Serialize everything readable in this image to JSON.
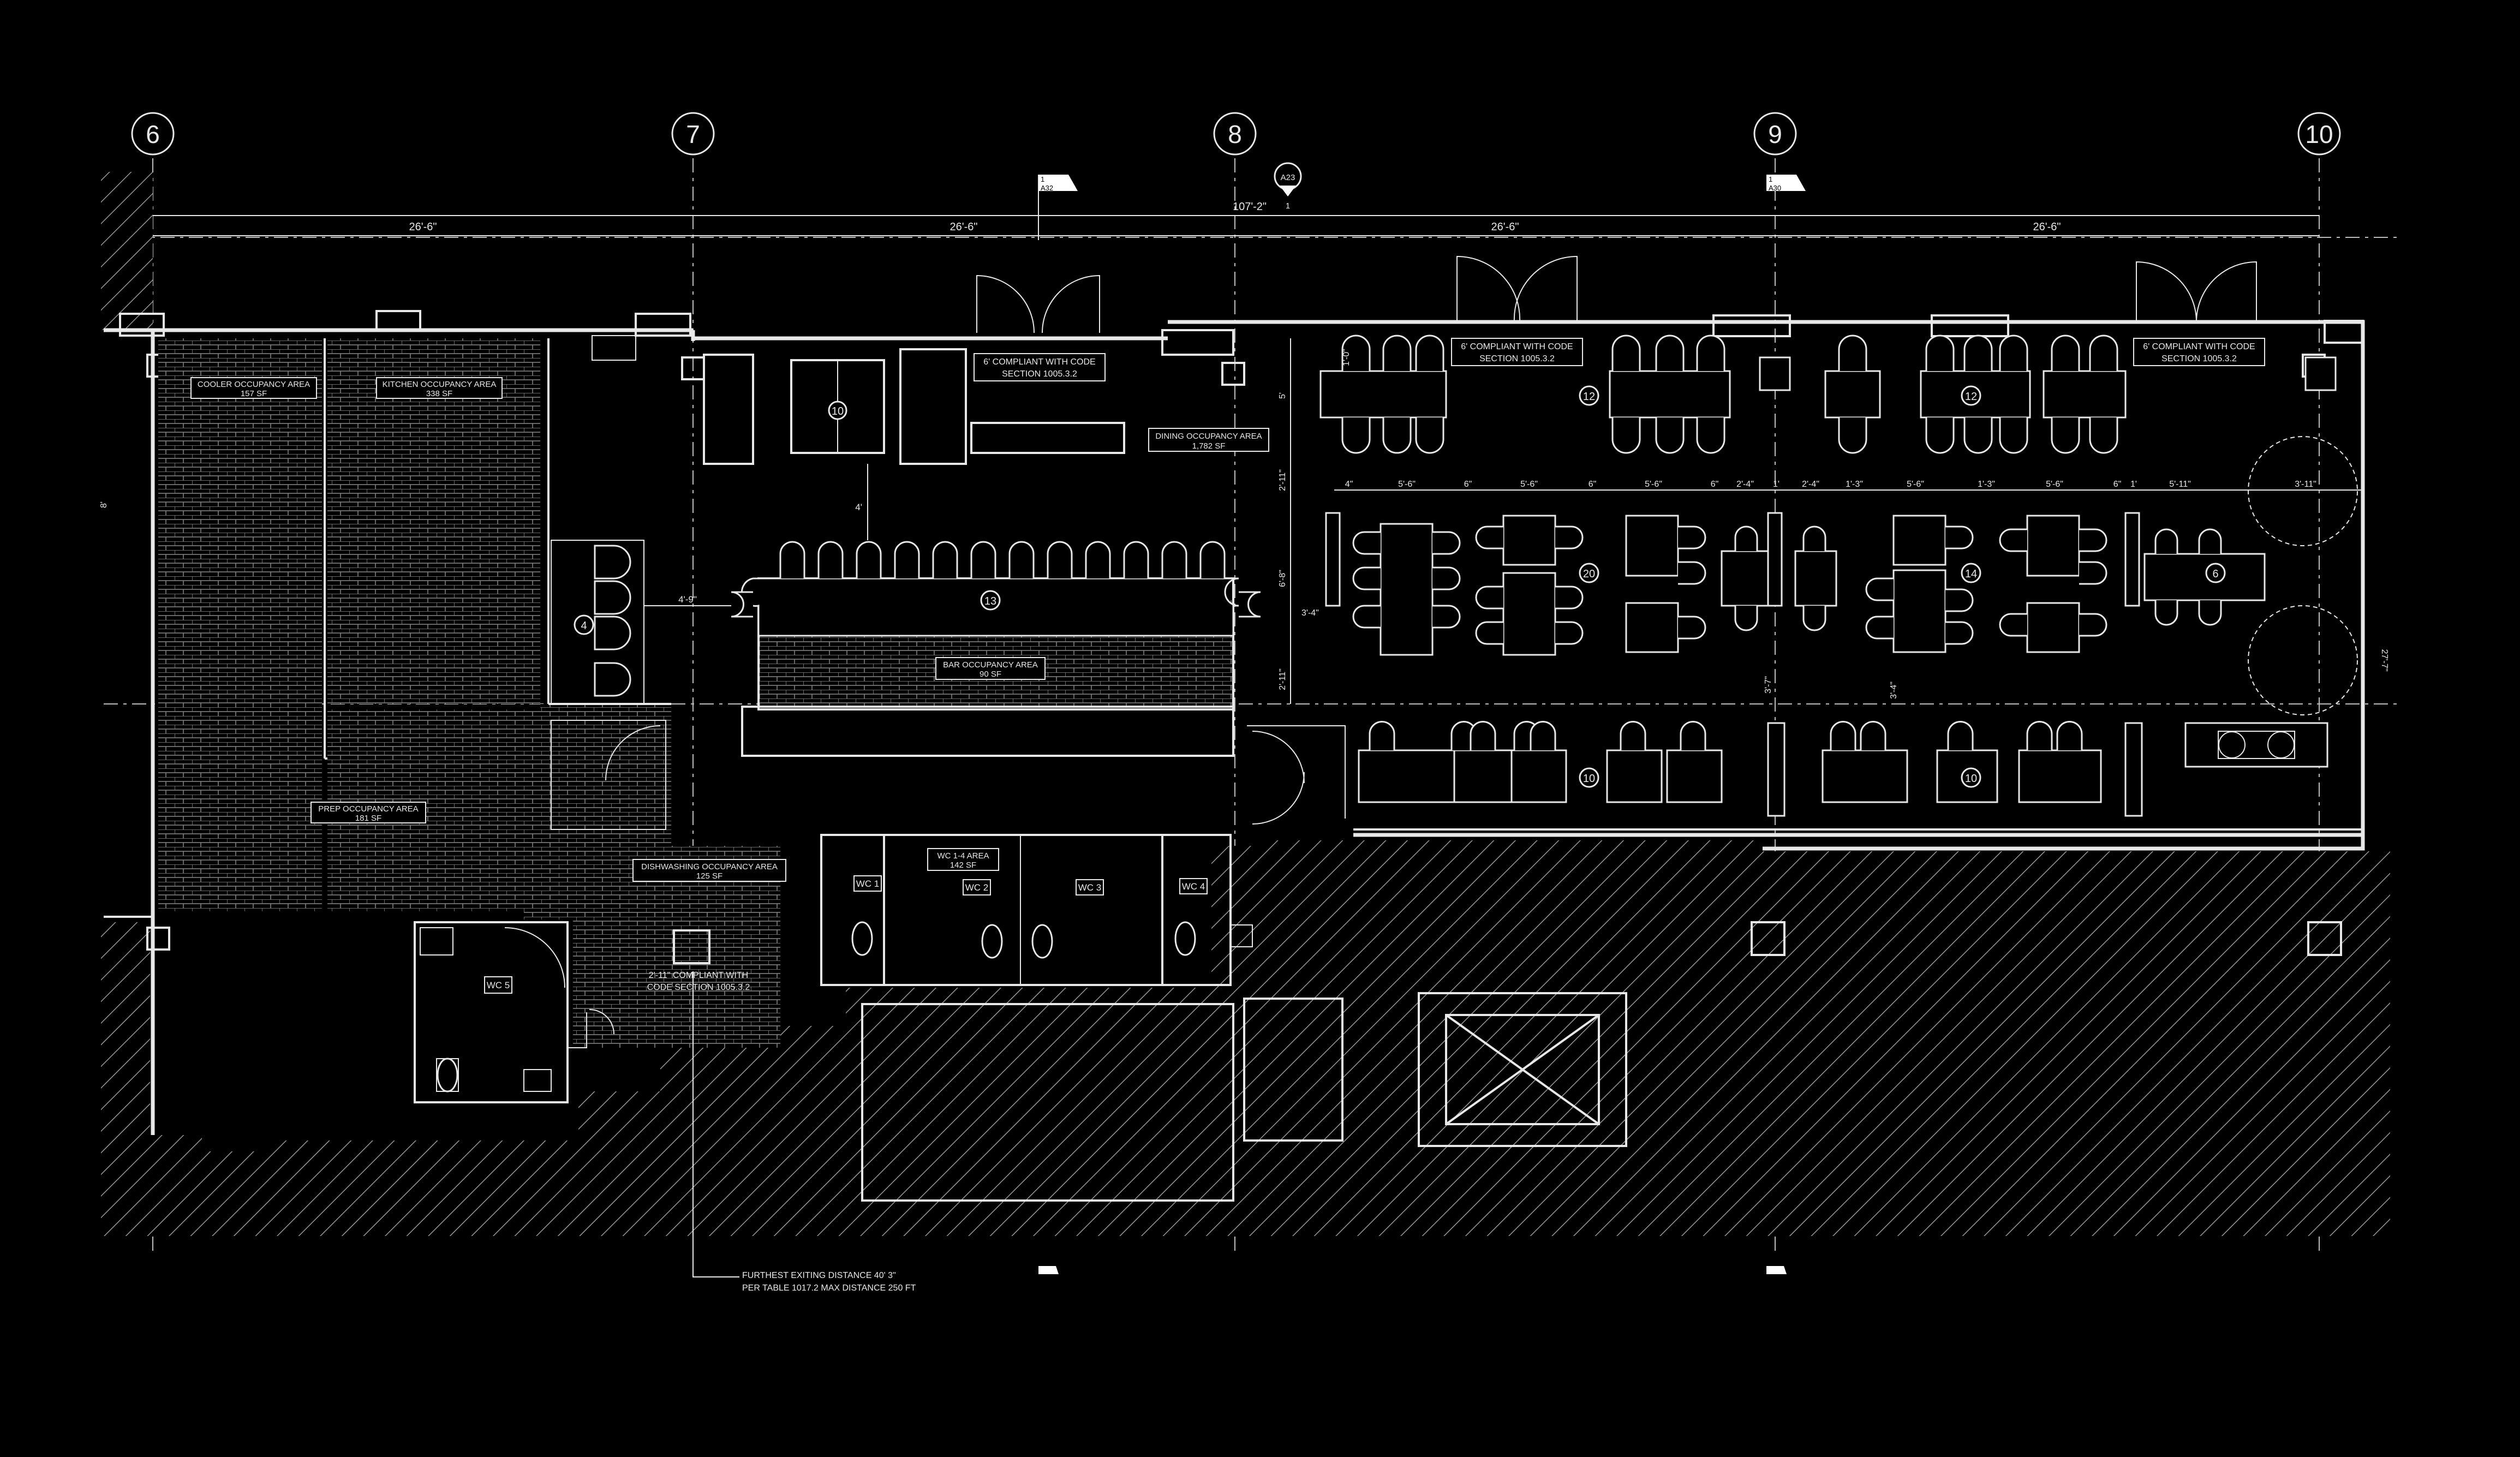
{
  "grid_lines": [
    {
      "label": "6"
    },
    {
      "label": "7"
    },
    {
      "label": "8"
    },
    {
      "label": "9"
    },
    {
      "label": "10"
    }
  ],
  "section_markers": [
    {
      "top": "1",
      "bottom": "A32"
    },
    {
      "top": "1",
      "bottom": "A30"
    }
  ],
  "elevation_marker": {
    "top": "A23",
    "bottom": "1"
  },
  "dimensions": {
    "overall": "107'-2\"",
    "bays": [
      "26'-6\"",
      "26'-6\"",
      "26'-6\"",
      "26'-6\""
    ],
    "row_dims": [
      "4\"",
      "5'-6\"",
      "6\"",
      "5'-6\"",
      "6\"",
      "5'-6\"",
      "6\"",
      "1'",
      "2'-4\"",
      "2'-4\"",
      "1'-3\"",
      "5'-6\"",
      "1'-3\"",
      "5'-6\"",
      "6\"",
      "1'",
      "5'-11\"",
      "3'-11\""
    ],
    "vertical": [
      "1'-0\"",
      "5'",
      "2'-11\"",
      "6'-8\"",
      "3'-4\"",
      "2'-11\"",
      "3'-7\"",
      "3'-4\"",
      "27'-7\""
    ],
    "bar_dims": [
      "4'-9\"",
      "4'"
    ],
    "left_edge": "8'"
  },
  "egress_notes": [
    {
      "line1": "6' COMPLIANT WITH CODE",
      "line2": "SECTION 1005.3.2"
    },
    {
      "line1": "6' COMPLIANT WITH CODE",
      "line2": "SECTION 1005.3.2"
    },
    {
      "line1": "6' COMPLIANT WITH CODE",
      "line2": "SECTION 1005.3.2"
    }
  ],
  "areas": {
    "cooler": {
      "name": "COOLER OCCUPANCY AREA",
      "size": "157 SF"
    },
    "kitchen": {
      "name": "KITCHEN OCCUPANCY AREA",
      "size": "338 SF"
    },
    "dining": {
      "name": "DINING OCCUPANCY AREA",
      "size": "1,782 SF"
    },
    "bar": {
      "name": "BAR OCCUPANCY AREA",
      "size": "90 SF"
    },
    "prep": {
      "name": "PREP OCCUPANCY AREA",
      "size": "181 SF"
    },
    "dishwashing": {
      "name": "DISHWASHING OCCUPANCY AREA",
      "size": "125 SF"
    },
    "wc_area": {
      "name": "WC 1-4 AREA",
      "size": "142 SF"
    }
  },
  "wc_labels": [
    "WC 1",
    "WC 2",
    "WC 3",
    "WC 4",
    "WC 5"
  ],
  "seat_counts": [
    "10",
    "12",
    "12",
    "4",
    "13",
    "20",
    "14",
    "6",
    "10",
    "10"
  ],
  "corridor_note": {
    "line1": "2'-11\" COMPLIANT WITH",
    "line2": "CODE SECTION 1005.3.2"
  },
  "exit_note": {
    "line1": "FURTHEST EXITING DISTANCE 40' 3\"",
    "line2": "PER TABLE 1017.2 MAX DISTANCE 250 FT"
  }
}
